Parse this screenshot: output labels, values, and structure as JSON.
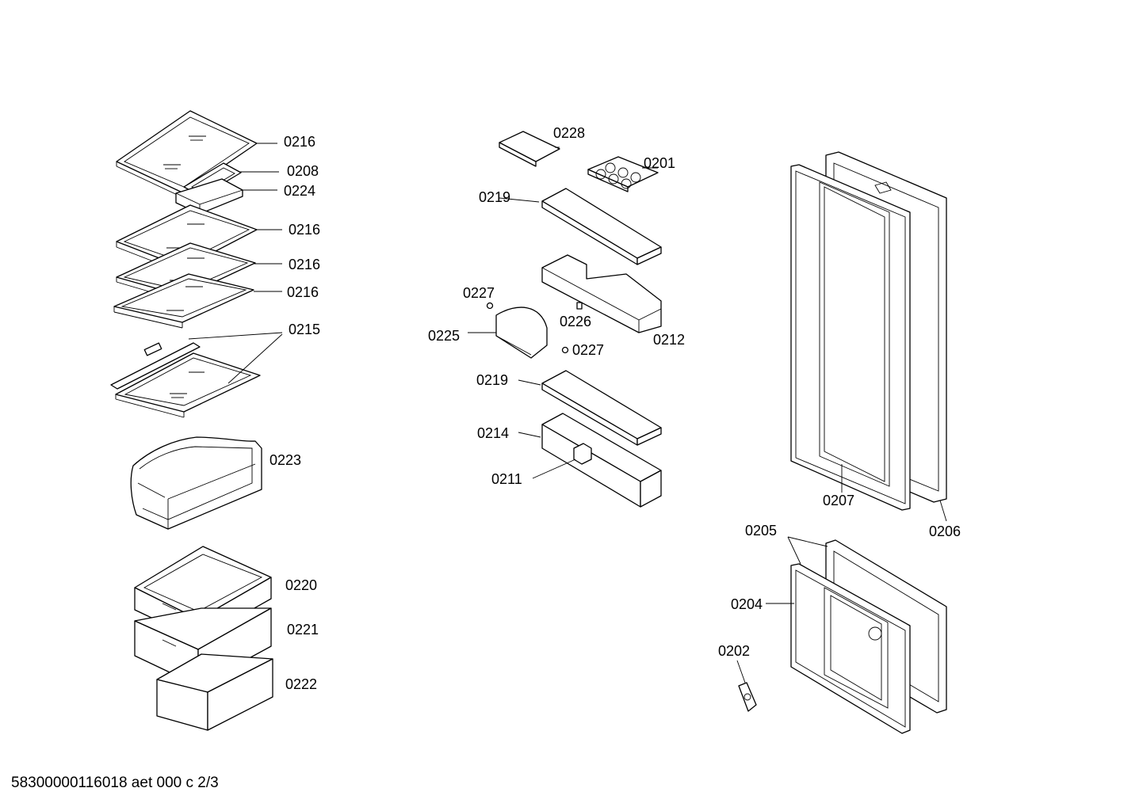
{
  "labels": {
    "l0216a": "0216",
    "l0208": "0208",
    "l0224": "0224",
    "l0216b": "0216",
    "l0216c": "0216",
    "l0216d": "0216",
    "l0215": "0215",
    "l0223": "0223",
    "l0220": "0220",
    "l0221": "0221",
    "l0222": "0222",
    "l0228": "0228",
    "l0201": "0201",
    "l0219a": "0219",
    "l0227a": "0227",
    "l0226": "0226",
    "l0225": "0225",
    "l0212": "0212",
    "l0227b": "0227",
    "l0219b": "0219",
    "l0214": "0214",
    "l0211": "0211",
    "l0207": "0207",
    "l0206": "0206",
    "l0205": "0205",
    "l0204": "0204",
    "l0202": "0202"
  },
  "footer": "58300000116018 aet 000 c 2/3"
}
